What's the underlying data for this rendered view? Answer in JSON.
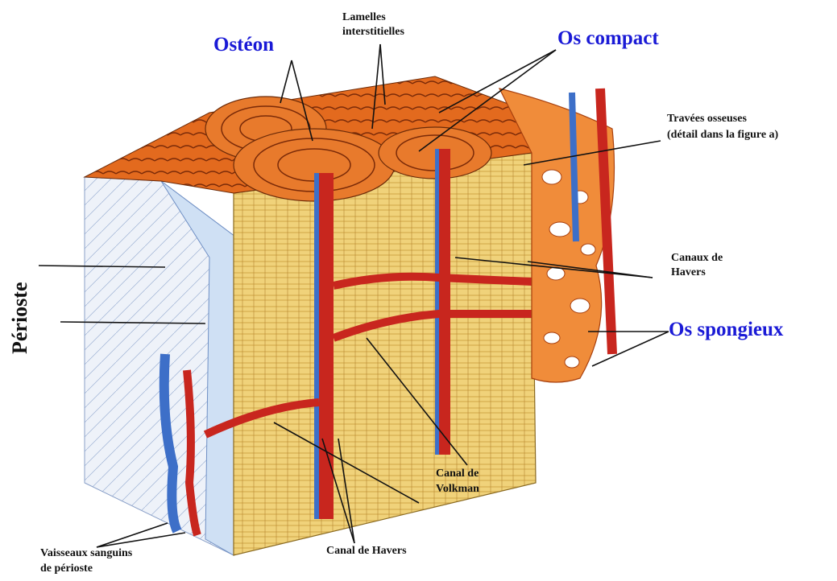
{
  "labels": {
    "osteon": "Ostéon",
    "lamelles_line1": "Lamelles",
    "lamelles_line2": "interstitielles",
    "os_compact": "Os compact",
    "travees_line1": "Travées osseuses",
    "travees_line2": "(détail dans la figure a)",
    "canaux_line1": "Canaux de",
    "canaux_line2": "Havers",
    "os_spongieux": "Os spongieux",
    "perioste": "Périoste",
    "canal_volkman_line1": "Canal de",
    "canal_volkman_line2": "Volkman",
    "canal_havers": "Canal de Havers",
    "vaisseaux_line1": "Vaisseaux sanguins",
    "vaisseaux_line2": "de périoste"
  },
  "colors": {
    "bone_yellow": "#f0d27a",
    "bone_orange": "#e36a1e",
    "artery_red": "#c8261e",
    "vein_blue": "#3d6fc8",
    "periosteum": "#e8eef7",
    "title_blue": "#1a1ad6"
  }
}
